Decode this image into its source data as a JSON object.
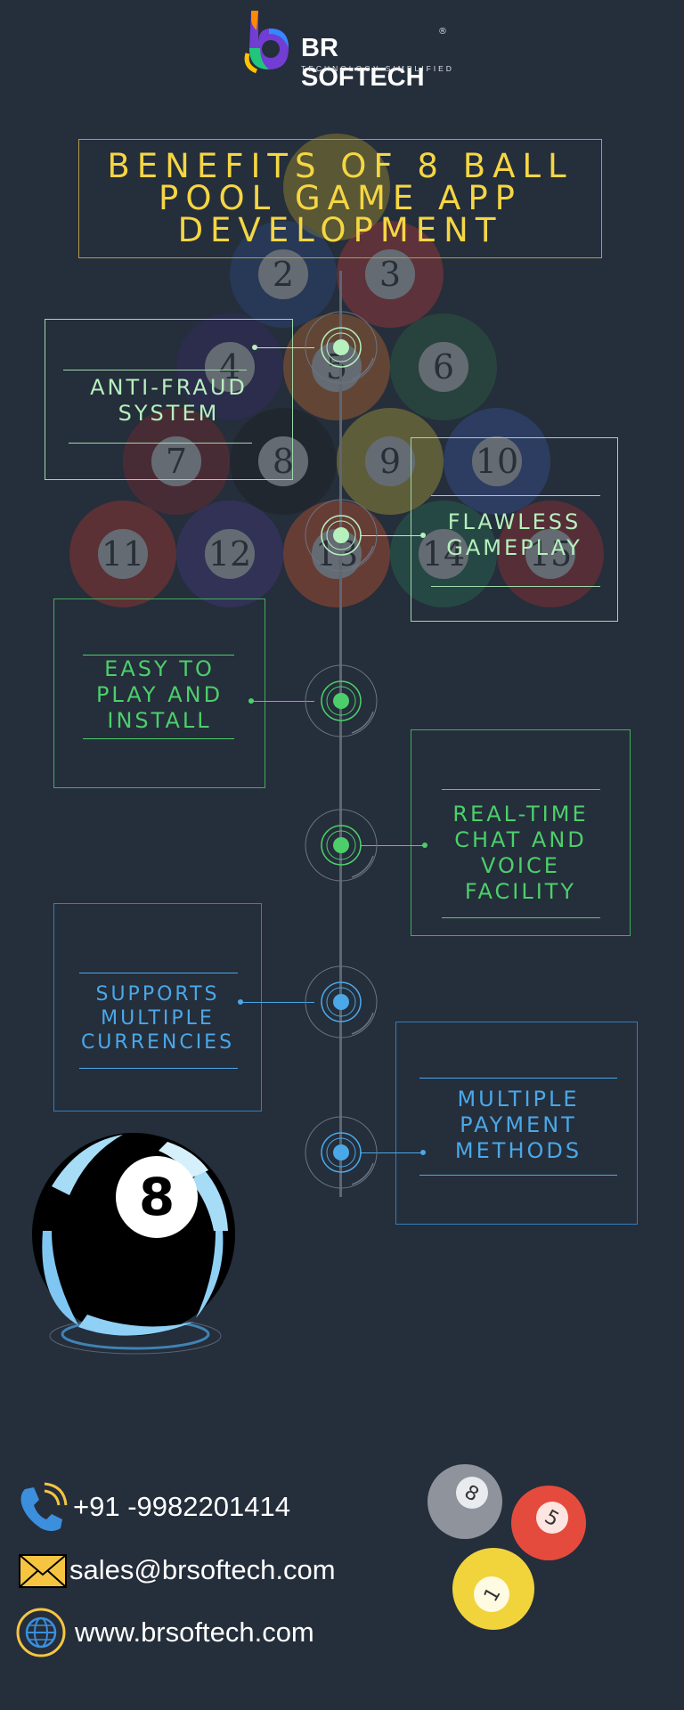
{
  "brand": {
    "name": "BR SOFTECH",
    "tagline": "TECHNOLOGY  SIMPLIFIED",
    "registered_mark": "®"
  },
  "title": "BENEFITS OF 8 BALL POOL GAME APP DEVELOPMENT",
  "background_balls": [
    "2",
    "3",
    "4",
    "5",
    "6",
    "7",
    "8",
    "9",
    "10",
    "11",
    "12",
    "13",
    "14",
    "15"
  ],
  "benefits": [
    {
      "label": "ANTI-FRAUD SYSTEM",
      "color": "#b6f0bd"
    },
    {
      "label": "FLAWLESS GAMEPLAY",
      "color": "#b6f0bd"
    },
    {
      "label": "EASY TO PLAY AND INSTALL",
      "color": "#4ccf6a"
    },
    {
      "label": "REAL-TIME CHAT AND VOICE FACILITY",
      "color": "#4ccf6a"
    },
    {
      "label": "SUPPORTS MULTIPLE CURRENCIES",
      "color": "#4aa8e8"
    },
    {
      "label": "MULTIPLE PAYMENT METHODS",
      "color": "#4aa8e8"
    }
  ],
  "eight_ball": {
    "number": "8"
  },
  "decor_balls": [
    "8",
    "5",
    "1"
  ],
  "contact": {
    "phone": "+91 -9982201414",
    "email": "sales@brsoftech.com",
    "website": "www.brsoftech.com"
  },
  "colors": {
    "background": "#252e3b",
    "title": "#f5d643",
    "accent_light_green": "#b6f0bd",
    "accent_green": "#4ccf6a",
    "accent_blue": "#4aa8e8"
  }
}
